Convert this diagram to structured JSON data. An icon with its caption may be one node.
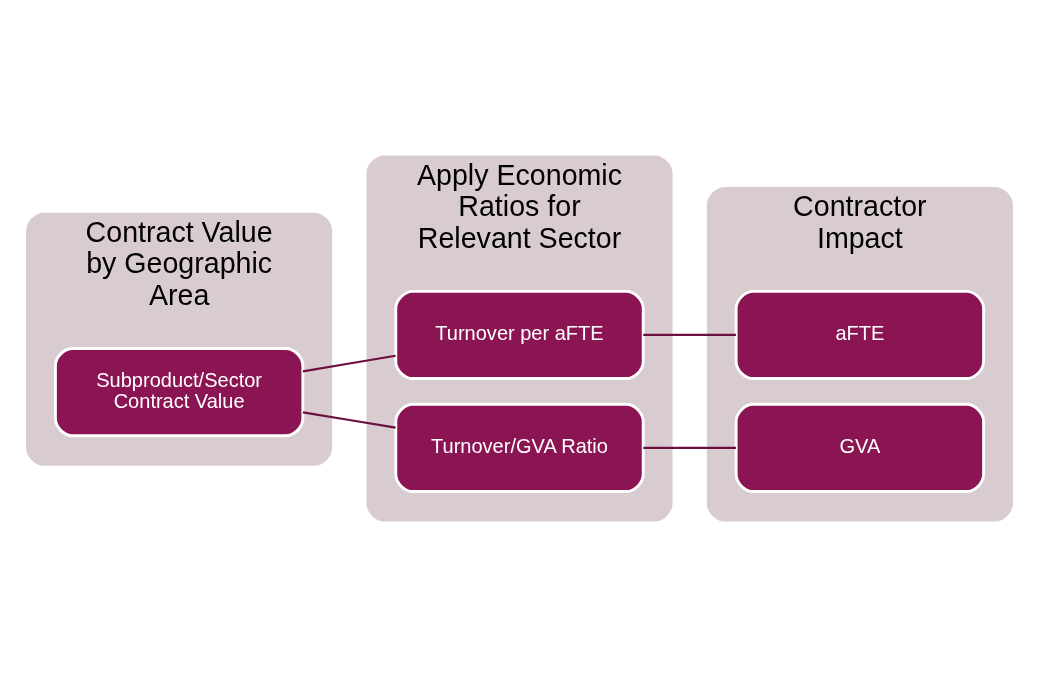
{
  "diagram": {
    "nodes": [
      {
        "text": [
          "Contract Value by Geographic Area"
        ]
      },
      {
        "text": [
          "Apply Economic Ratios for Relevant Sector"
        ]
      },
      {
        "text": [
          "Contractor Impact"
        ]
      },
      {
        "text": [
          "Subproduct/Sector Contract Value"
        ],
        "in": 0
      },
      {
        "text": [
          "Turnover per aFTE"
        ],
        "in": 1
      },
      {
        "text": [
          "Turnover/GVA Ratio"
        ],
        "in": 1
      },
      {
        "text": [
          "aFTE"
        ],
        "in": 2
      },
      {
        "text": [
          "GVA"
        ],
        "in": 2
      }
    ],
    "edges": [
      {
        "from": 3,
        "to": 4,
        "arrow": "none"
      },
      {
        "from": 3,
        "to": 5,
        "arrow": "none"
      },
      {
        "from": 4,
        "to": 6,
        "arrow": "none"
      },
      {
        "from": 5,
        "to": 7,
        "arrow": "none"
      }
    ]
  }
}
